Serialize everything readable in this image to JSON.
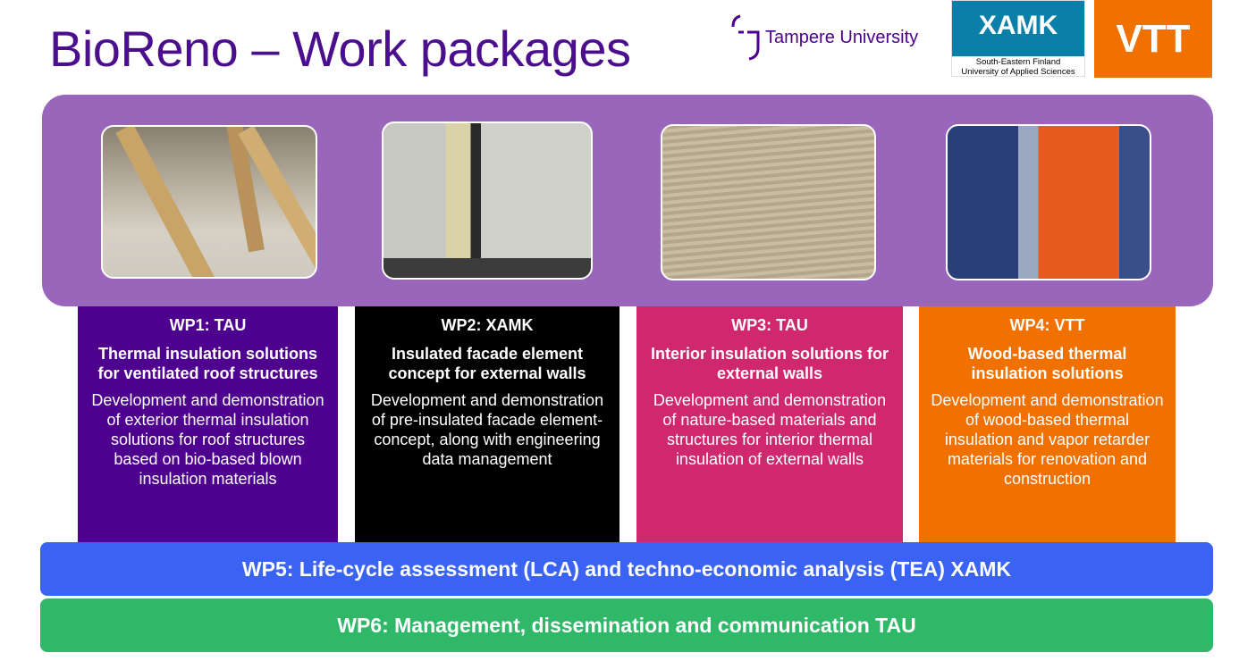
{
  "title": "BioReno – Work packages",
  "logos": {
    "tau": "Tampere University",
    "xamk": "XAMK",
    "xamk_sub1": "South-Eastern Finland",
    "xamk_sub2": "University of Applied Sciences",
    "vtt": "VTT"
  },
  "colors": {
    "title": "#4b0f8e",
    "panel": "#9966bb",
    "wp1": "#4e008e",
    "wp2": "#000000",
    "wp3": "#d0286e",
    "wp4": "#f07000",
    "wp5": "#3a63f4",
    "wp6": "#2fb868"
  },
  "packages": [
    {
      "head": "WP1: TAU",
      "subtitle": "Thermal insulation solutions for ventilated roof structures",
      "body": "Development and demonstration of exterior thermal insulation solutions for roof structures based on bio-based blown insulation materials"
    },
    {
      "head": "WP2: XAMK",
      "subtitle": "Insulated facade element concept for external walls",
      "body": "Development and demonstration of pre-insulated facade element-concept, along with engineering data management"
    },
    {
      "head": "WP3: TAU",
      "subtitle": "Interior insulation solutions for external walls",
      "body": "Development and demonstration of nature-based materials and structures for interior thermal insulation of external walls"
    },
    {
      "head": "WP4: VTT",
      "subtitle": "Wood-based thermal insulation solutions",
      "body": "Development and demonstration of wood-based thermal insulation and vapor retarder materials for renovation and construction"
    }
  ],
  "wp5": "WP5: Life-cycle assessment (LCA) and techno-economic analysis (TEA) XAMK",
  "wp6": "WP6: Management, dissemination and communication TAU"
}
